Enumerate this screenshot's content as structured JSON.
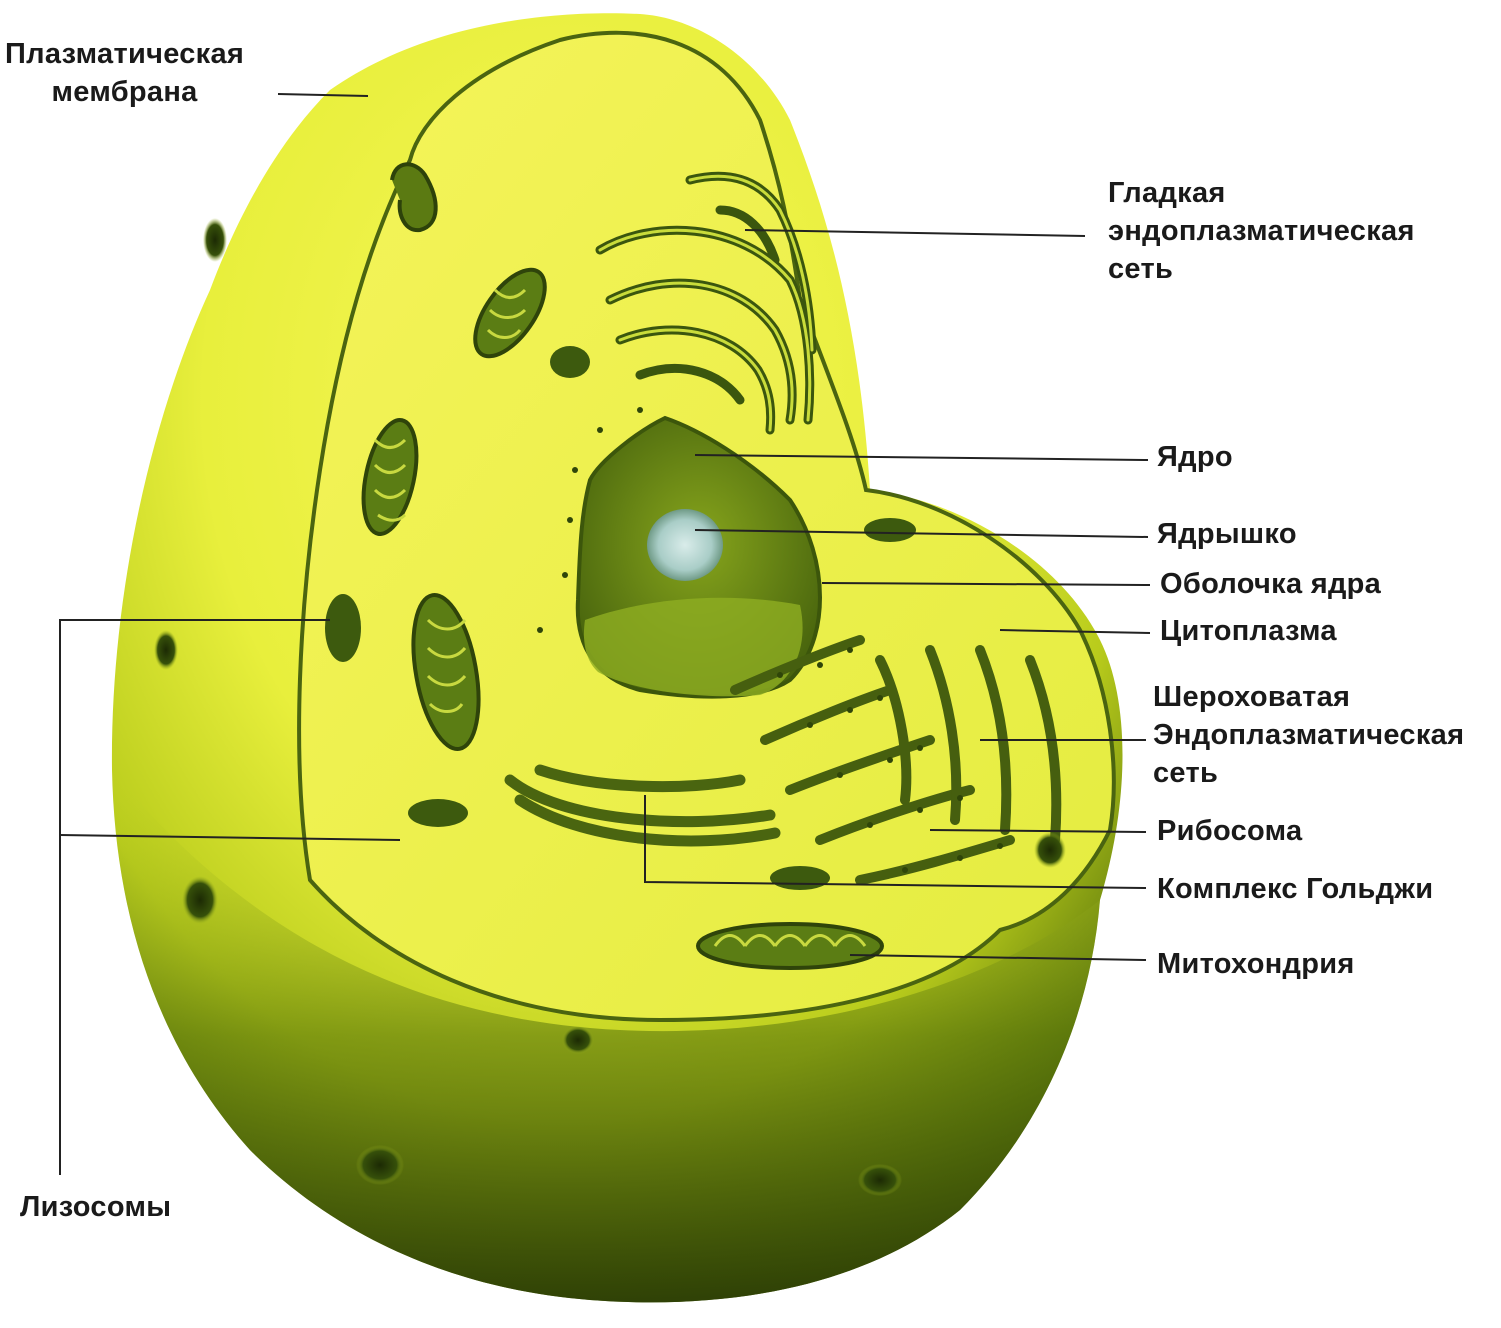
{
  "labels": {
    "plasma_membrane": [
      "Плазматическая",
      "мембрана"
    ],
    "smooth_er": [
      "Гладкая",
      "эндоплазматическая",
      "сеть"
    ],
    "nucleus": "Ядро",
    "nucleolus": "Ядрышко",
    "nuclear_envelope": "Оболочка ядра",
    "cytoplasm": "Цитоплазма",
    "rough_er": [
      "Шероховатая",
      "Эндоплазматическая",
      "сеть"
    ],
    "ribosome": "Рибосома",
    "golgi": "Комплекс Гольджи",
    "mitochondrion": "Митохондрия",
    "lysosomes": "Лизосомы"
  },
  "colors": {
    "cell_light": "#f2f24a",
    "cell_mid": "#d6e32e",
    "cell_dark": "#2c3f08",
    "organelle": "#3d5a10",
    "leader_line": "#222222",
    "nucleolus": "#b9d7d2"
  }
}
